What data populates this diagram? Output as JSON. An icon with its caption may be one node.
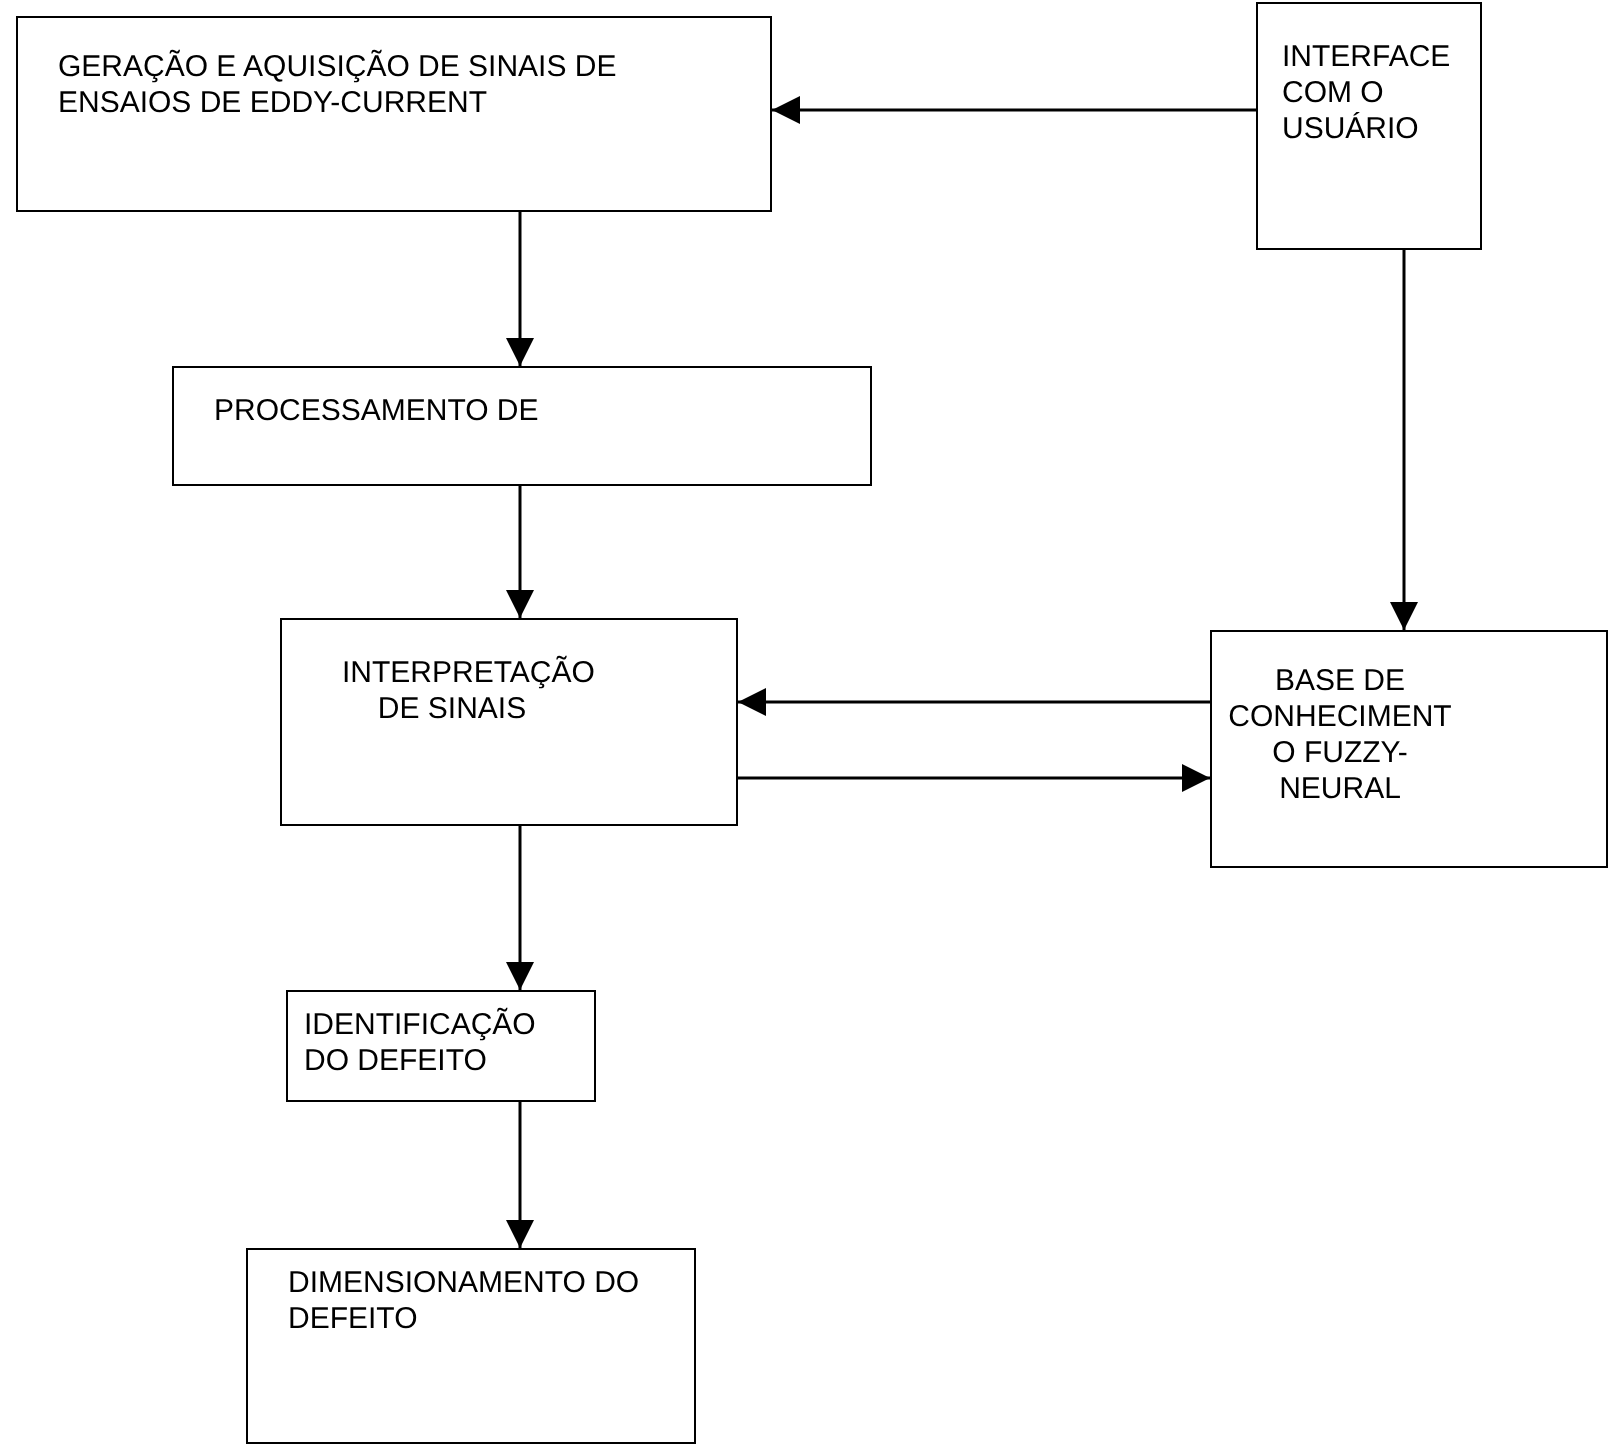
{
  "diagram": {
    "nodes": [
      {
        "text": [
          "GERAÇÃO E AQUISIÇÃO DE SINAIS DE ENSAIOS DE EDDY-CURRENT"
        ]
      },
      {
        "text": [
          "INTERFACE COM O USUÁRIO"
        ]
      },
      {
        "text": [
          "PROCESSAMENTO DE"
        ]
      },
      {
        "text": [
          "INTERPRETAÇÃO DE SINAIS"
        ]
      },
      {
        "text": [
          "BASE DE CONHECIMENT O FUZZY-NEURAL"
        ]
      },
      {
        "text": [
          "IDENTIFICAÇÃO DO DEFEITO"
        ]
      },
      {
        "text": [
          "DIMENSIONAMENTO DO DEFEITO"
        ]
      }
    ],
    "edges": [
      {
        "from": 1,
        "to": 0,
        "arrow": "to"
      },
      {
        "from": 0,
        "to": 2,
        "arrow": "to"
      },
      {
        "from": 2,
        "to": 3,
        "arrow": "to"
      },
      {
        "from": 1,
        "to": 4,
        "arrow": "to"
      },
      {
        "from": 4,
        "to": 3,
        "arrow": "to"
      },
      {
        "from": 3,
        "to": 4,
        "arrow": "to"
      },
      {
        "from": 3,
        "to": 5,
        "arrow": "to"
      },
      {
        "from": 5,
        "to": 6,
        "arrow": "to"
      }
    ]
  }
}
